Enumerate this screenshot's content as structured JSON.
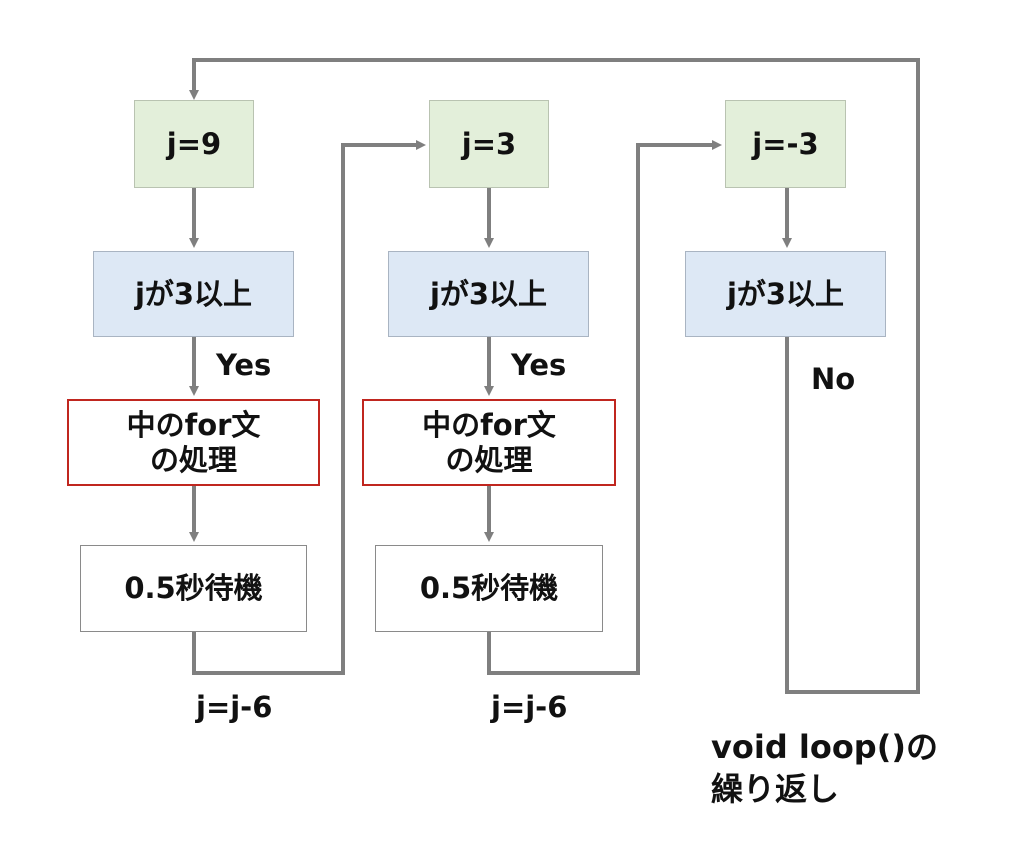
{
  "colors": {
    "connector": "#7f7f7f",
    "assign_fill": "#e3efda",
    "condition_fill": "#dde8f5",
    "process_border": "#c0261f"
  },
  "columns": [
    {
      "assign": "j=9",
      "condition": "jが3以上",
      "branch": "Yes",
      "process_line1": "中のfor文",
      "process_line2": "の処理",
      "wait": "0.5秒待機",
      "update": "j=j-6"
    },
    {
      "assign": "j=3",
      "condition": "jが3以上",
      "branch": "Yes",
      "process_line1": "中のfor文",
      "process_line2": "の処理",
      "wait": "0.5秒待機",
      "update": "j=j-6"
    },
    {
      "assign": "j=-3",
      "condition": "jが3以上",
      "branch": "No"
    }
  ],
  "loop_note": {
    "line1": "void loop()の",
    "line2": "繰り返し"
  }
}
